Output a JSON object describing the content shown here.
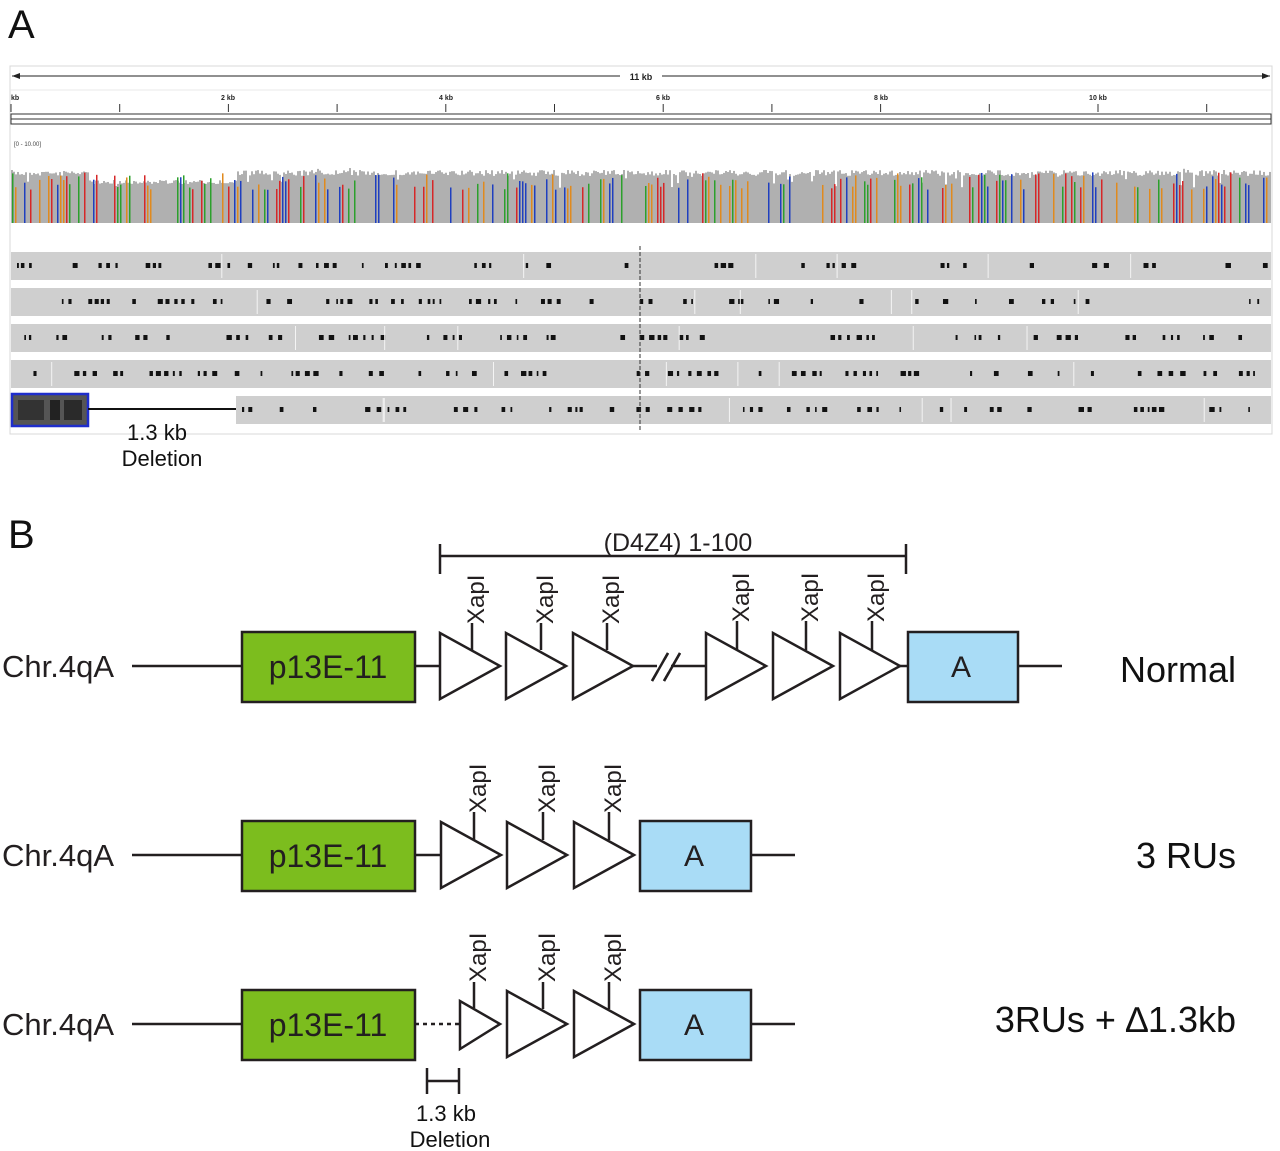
{
  "panel_a": {
    "label": "A",
    "ruler": {
      "span_label": "11 kb",
      "ticks": [
        "kb",
        "2 kb",
        "4 kb",
        "6 kb",
        "8 kb",
        "10 kb"
      ]
    },
    "coverage_range": "[0 - 10.00]",
    "deletion_label_line1": "1.3 kb",
    "deletion_label_line2": "Deletion"
  },
  "panel_b": {
    "label": "B",
    "repeat_range": "(D4Z4) 1-100",
    "enzyme": "XapI",
    "chromosome": "Chr.4qA",
    "probe": "p13E-11",
    "allele": "A",
    "rows": [
      {
        "name": "Normal"
      },
      {
        "name": "3 RUs"
      },
      {
        "name": "3RUs + ∆1.3kb"
      }
    ],
    "deletion_label_line1": "1.3 kb",
    "deletion_label_line2": "Deletion"
  },
  "colors": {
    "probe_fill": "#7cbd1e",
    "allele_fill": "#a9dcf6",
    "coverage_gray": "#b0b0b0",
    "read_gray": "#cfcfcf",
    "deletion_box": "#1f2ecc"
  }
}
